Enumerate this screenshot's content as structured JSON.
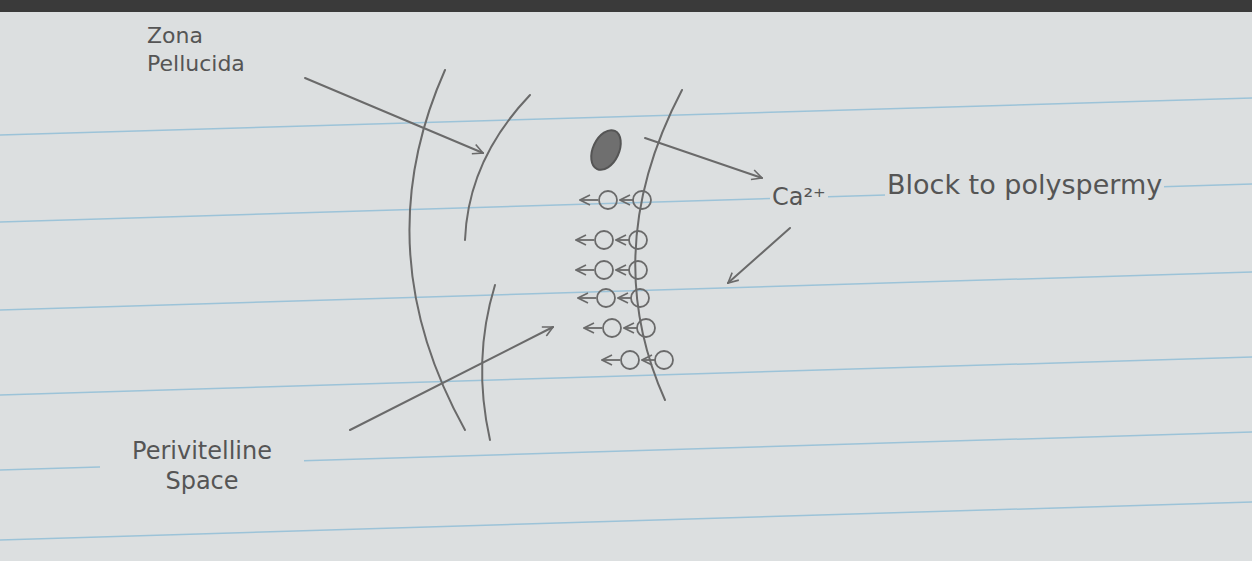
{
  "diagram": {
    "labels": [
      "Zona Pellucida",
      "Ca²⁺",
      "Block to polyspermy",
      "Perivitelline Space"
    ]
  }
}
